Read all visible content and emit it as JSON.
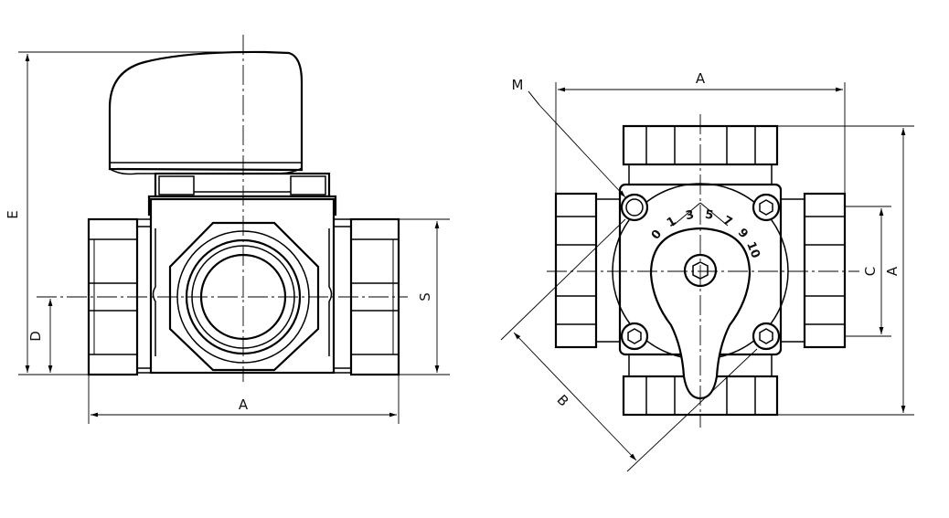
{
  "front_view": {
    "dim_A": "A",
    "dim_E": "E",
    "dim_D": "D",
    "dim_S": "S"
  },
  "top_view": {
    "dim_A_horizontal": "A",
    "dim_A_vertical": "A",
    "dim_C": "C",
    "dim_M": "M",
    "dim_B": "B",
    "scale_marks": [
      "0",
      "1",
      "3",
      "5",
      "7",
      "9",
      "10"
    ]
  }
}
